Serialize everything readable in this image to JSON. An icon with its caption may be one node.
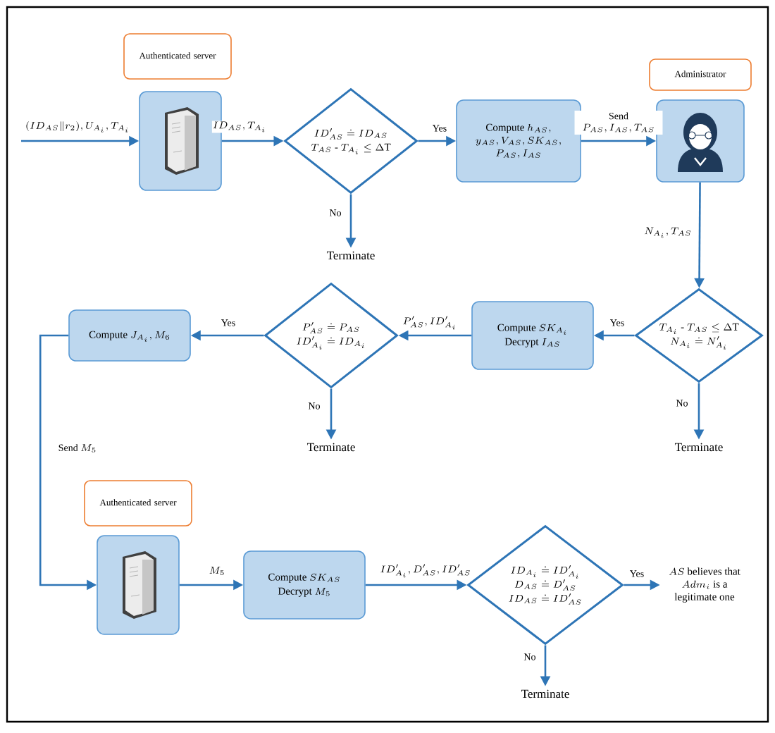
{
  "diagram": {
    "nodes": [
      {
        "text": [
          "Authenticated server"
        ]
      },
      {
        "text": [],
        "shape": "box"
      },
      {
        "text": [
          "ID'_{AS} \\doteq ID_{AS}",
          "T_{AS}\\ \\text{-}\\ T_{A_i} \\le \\Delta \\mathrm{T}"
        ]
      },
      {
        "text": [
          "Terminate"
        ]
      },
      {
        "text": [
          "\\begin{array}{c}\\text{Compute } h_{AS},\\\\ y_{AS}, V_{AS}, SK_{AS},\\\\ P_{AS}, I_{AS}\\end{array}"
        ]
      },
      {
        "text": [
          "Administrator"
        ]
      },
      {
        "text": [],
        "shape": "box"
      },
      {
        "text": [
          "T_{A_i}\\ \\text{-}\\ T_{AS} \\le \\Delta \\mathrm{T}",
          "N_{A_i} \\doteq N'_{A_i}"
        ]
      },
      {
        "text": [
          "Terminate"
        ]
      },
      {
        "text": [
          "\\text{Compute } SK_{A_i}",
          "\\text{Decrypt } I_{AS}"
        ]
      },
      {
        "text": [
          "P'_{AS} \\doteq P_{AS}",
          "ID'_{A_i} \\doteq ID_{A_i}"
        ]
      },
      {
        "text": [
          "Terminate"
        ]
      },
      {
        "text": [
          "\\text{Compute } J_{A_i}, M_6"
        ]
      },
      {
        "text": [
          "Authenticated server"
        ]
      },
      {
        "text": [],
        "shape": "box"
      },
      {
        "text": [
          "\\text{Compute } SK_{AS}",
          "\\text{Decrypt } M_5"
        ]
      },
      {
        "text": [
          "ID_{A_i} \\doteq ID'_{A_i}",
          "D_{AS} \\doteq D'_{AS}",
          "ID_{AS} \\doteq ID'_{AS}"
        ]
      },
      {
        "text": [
          "Terminate"
        ]
      },
      {
        "text": [
          "\\begin{array}{c}AS\\text{ believes that}\\\\ Adm_i\\text{ is a}\\\\ \\text{legitimate one}\\end{array}"
        ]
      }
    ],
    "edges": [
      {
        "from": null,
        "to": 1,
        "arrow": "to",
        "label": "(ID_{AS}\\|r_2), U_{A_i}, T_{A_i}"
      },
      {
        "from": 1,
        "to": 2,
        "arrow": "to",
        "label": "ID_{AS}, T_{A_i}"
      },
      {
        "from": 2,
        "to": 4,
        "arrow": "to",
        "label": "\\text{Yes}"
      },
      {
        "from": 2,
        "to": 3,
        "arrow": "to",
        "label": "\\text{No}"
      },
      {
        "from": 4,
        "to": 6,
        "arrow": "to",
        "label": "\\begin{array}{c}\\text{Send}\\\\ P_{AS}, I_{AS}, T_{AS}\\end{array}"
      },
      {
        "from": 6,
        "to": 7,
        "arrow": "to",
        "label": "N_{A_i}, T_{AS}"
      },
      {
        "from": 7,
        "to": 9,
        "arrow": "to",
        "label": "\\text{Yes}"
      },
      {
        "from": 7,
        "to": 8,
        "arrow": "to",
        "label": "\\text{No}"
      },
      {
        "from": 9,
        "to": 10,
        "arrow": "to",
        "label": "P'_{AS}, ID'_{A_i}"
      },
      {
        "from": 10,
        "to": 12,
        "arrow": "to",
        "label": "\\text{Yes}"
      },
      {
        "from": 10,
        "to": 11,
        "arrow": "to",
        "label": "\\text{No}"
      },
      {
        "from": 12,
        "to": 14,
        "arrow": "to",
        "label": "\\text{Send } M_5"
      },
      {
        "from": 14,
        "to": 15,
        "arrow": "to",
        "label": "M_5"
      },
      {
        "from": 15,
        "to": 16,
        "arrow": "to",
        "label": "ID'_{A_i}, D'_{AS}, ID'_{AS}"
      },
      {
        "from": 16,
        "to": 18,
        "arrow": "to",
        "label": "\\text{Yes}"
      },
      {
        "from": 16,
        "to": 17,
        "arrow": "to",
        "label": "\\text{No}"
      }
    ]
  }
}
